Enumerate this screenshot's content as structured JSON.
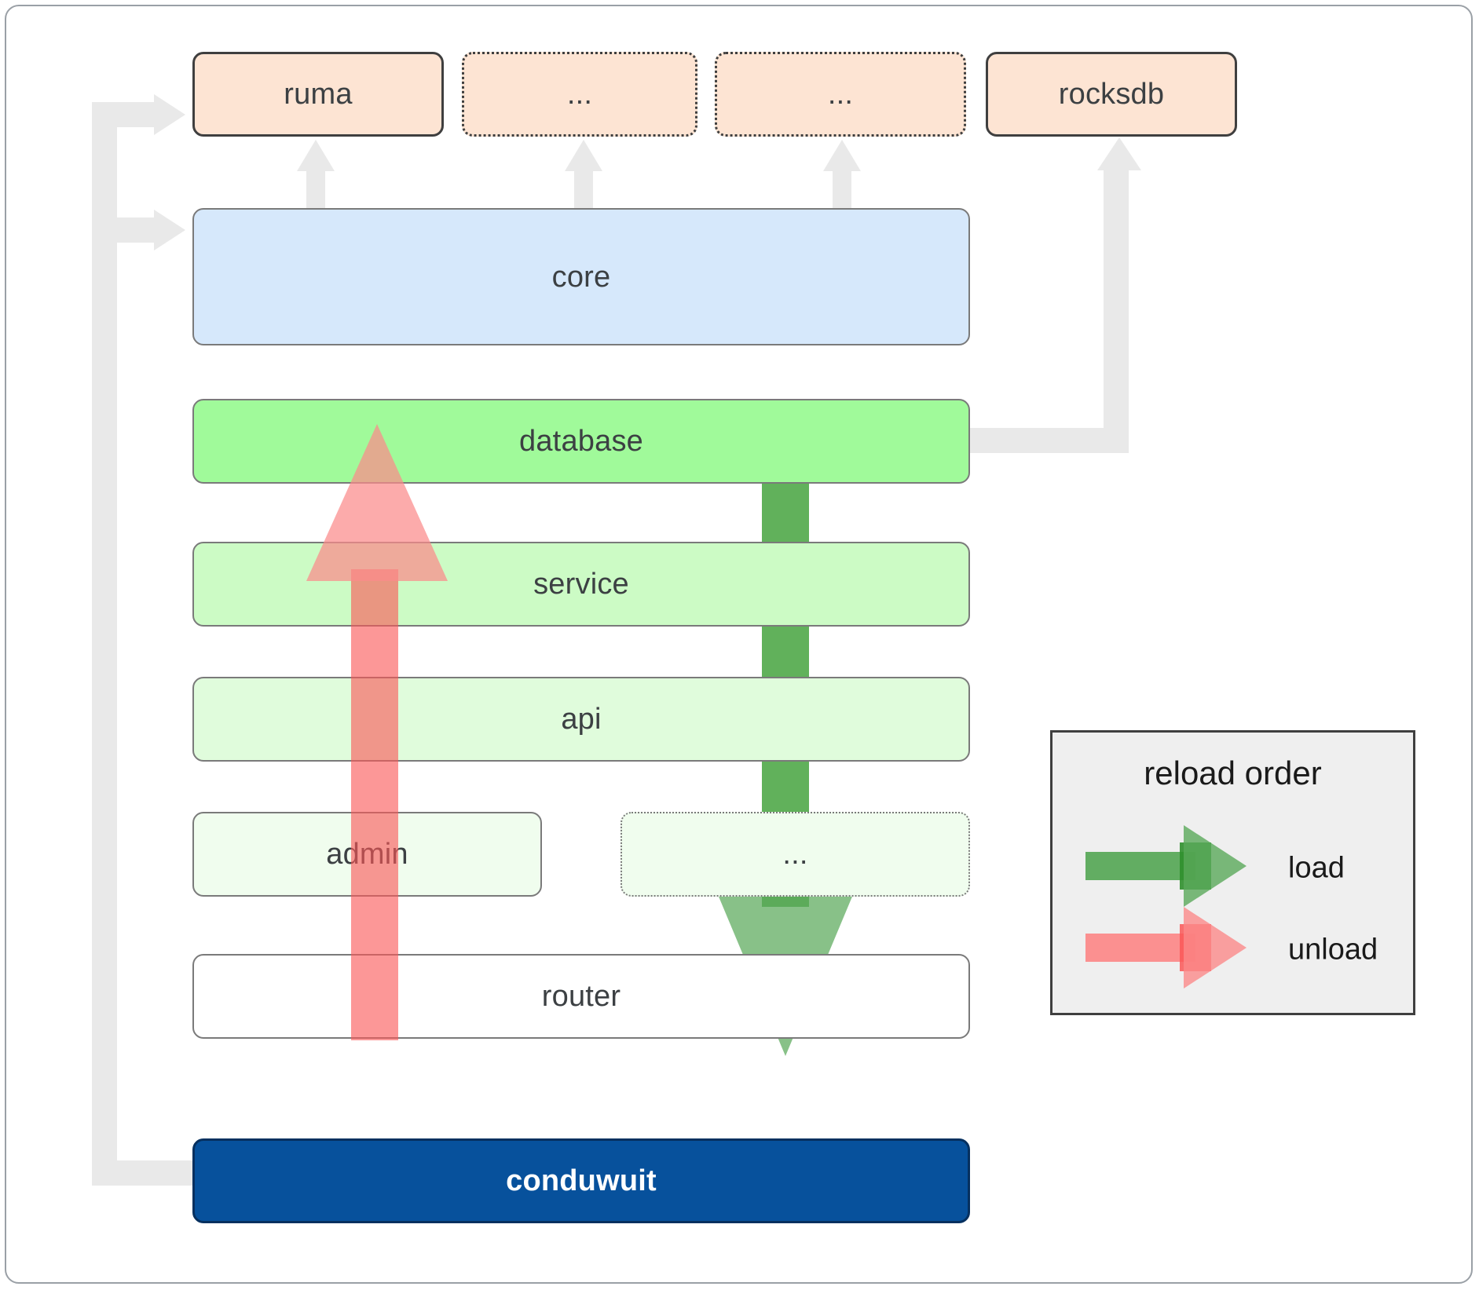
{
  "diagram": {
    "title": "conduwuit crate layering / reload order",
    "dependencies": [
      {
        "name": "ruma",
        "label": "ruma",
        "style": "solid"
      },
      {
        "name": "dep-placeholder-1",
        "label": "...",
        "style": "dotted"
      },
      {
        "name": "dep-placeholder-2",
        "label": "...",
        "style": "dotted"
      },
      {
        "name": "rocksdb",
        "label": "rocksdb",
        "style": "solid"
      }
    ],
    "layers": [
      {
        "name": "core",
        "label": "core",
        "color": "#d6e8fb"
      },
      {
        "name": "database",
        "label": "database",
        "color": "#a0fa9a"
      },
      {
        "name": "service",
        "label": "service",
        "color": "#ccfbc5"
      },
      {
        "name": "api",
        "label": "api",
        "color": "#e0fcdc"
      },
      {
        "name": "admin",
        "label": "admin",
        "color": "#f0fdee"
      },
      {
        "name": "layer-placeholder",
        "label": "...",
        "color": "#f0fdee"
      },
      {
        "name": "router",
        "label": "router",
        "color": "#ffffff"
      }
    ],
    "application": {
      "name": "conduwuit",
      "label": "conduwuit",
      "color": "#07519c"
    },
    "legend": {
      "title": "reload order",
      "items": [
        {
          "name": "load",
          "label": "load",
          "color": "#5aa95a"
        },
        {
          "name": "unload",
          "label": "unload",
          "color": "#fb8a8a"
        }
      ]
    },
    "colors": {
      "dependency_fill": "#fde4d3",
      "connector": "#e9e9e9",
      "load_arrow": "#5aa95a",
      "unload_arrow": "#fb8a8a",
      "app_fill": "#07519c",
      "frame_border": "#9aa0a6"
    }
  }
}
